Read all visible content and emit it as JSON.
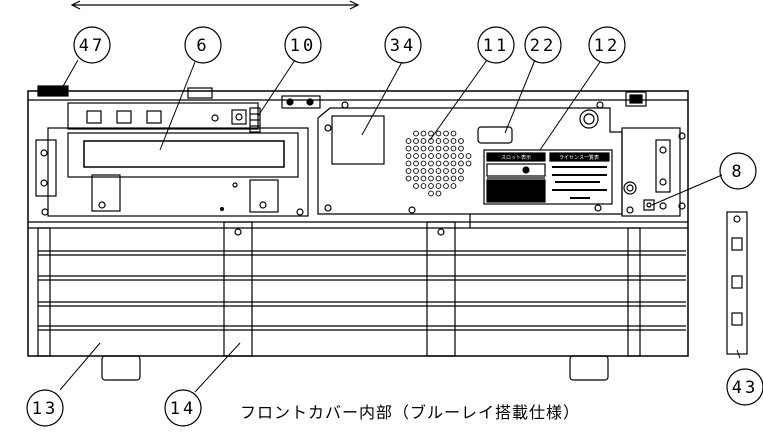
{
  "caption": "フロントカバー内部（ブルーレイ搭載仕様）",
  "callouts": {
    "c47": "47",
    "c6": "6",
    "c10": "10",
    "c34": "34",
    "c11": "11",
    "c22": "22",
    "c12": "12",
    "c8": "8",
    "c43": "43",
    "c13": "13",
    "c14": "14"
  },
  "label_panel": {
    "left_header": "スロット表示",
    "right_header": "ライセンス一覧表"
  }
}
